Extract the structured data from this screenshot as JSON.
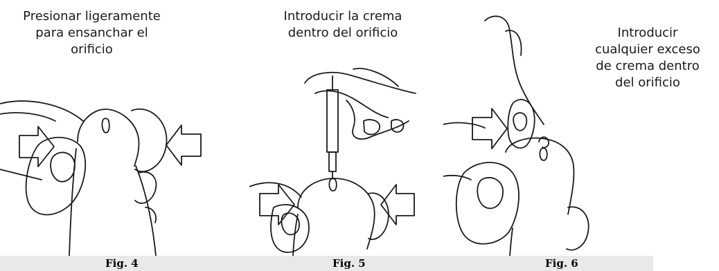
{
  "figures": [
    {
      "id": "fig4",
      "label": "Fig. 4",
      "caption_lines": [
        "Presionar ligeramente",
        "para ensanchar el",
        "orificio"
      ]
    },
    {
      "id": "fig5",
      "label": "Fig. 5",
      "caption_lines": [
        "Introducir la crema",
        "dentro del orificio"
      ]
    },
    {
      "id": "fig6",
      "label": "Fig. 6",
      "caption_lines": [
        "Introducir",
        "cualquier  exceso",
        "de crema dentro",
        "del  orificio"
      ]
    }
  ],
  "colors": {
    "line": "#1a1a1a",
    "label_bar": "#e9e9e9",
    "background": "#ffffff"
  }
}
